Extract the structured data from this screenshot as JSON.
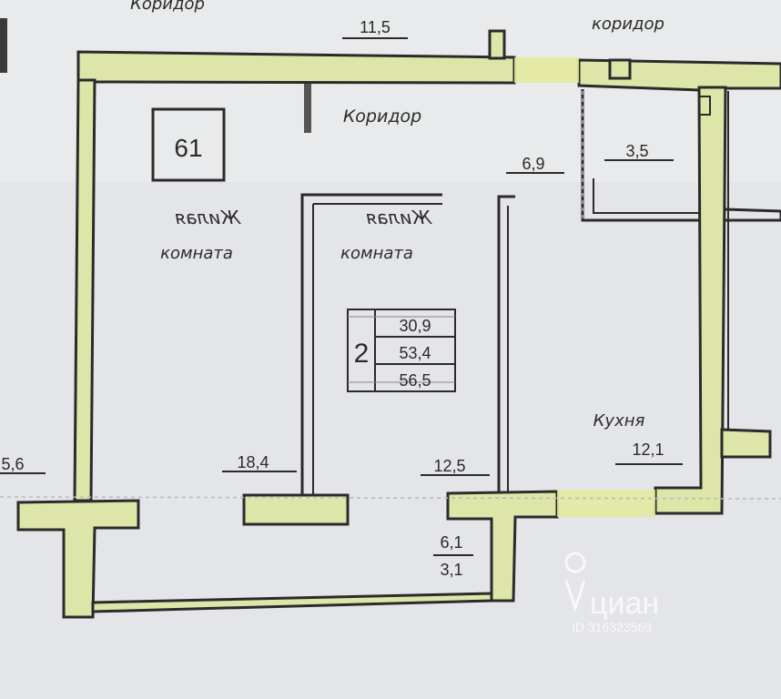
{
  "labels": {
    "top_corridor_left": "Коридор",
    "top_corridor_right": "коридор",
    "inner_corridor": "Коридор",
    "dim_top_wall": "11,5",
    "dim_hall": "6,9",
    "dim_bath": "3,5",
    "room_left_line1": "Жилая",
    "room_left_line2": "комната",
    "room_mid_line1": "Жилая",
    "room_mid_line2": "комната",
    "kitchen": "Кухня",
    "dim_left_room": "18,4",
    "dim_mid_room": "12,5",
    "dim_kitchen": "12,1",
    "dim_left_edge": "5,6",
    "balcony_top": "6,1",
    "balcony_bottom": "3,1"
  },
  "apartment": {
    "number": "61",
    "rooms": "2",
    "areas": [
      "30,9",
      "53,4",
      "56,5"
    ]
  },
  "watermark": {
    "brand": "циан",
    "id": "ID 316323569"
  },
  "colors": {
    "wall_fill": "#dde6a8",
    "wall_stroke": "#2b2b2b",
    "paper": "#e6e7e9"
  }
}
